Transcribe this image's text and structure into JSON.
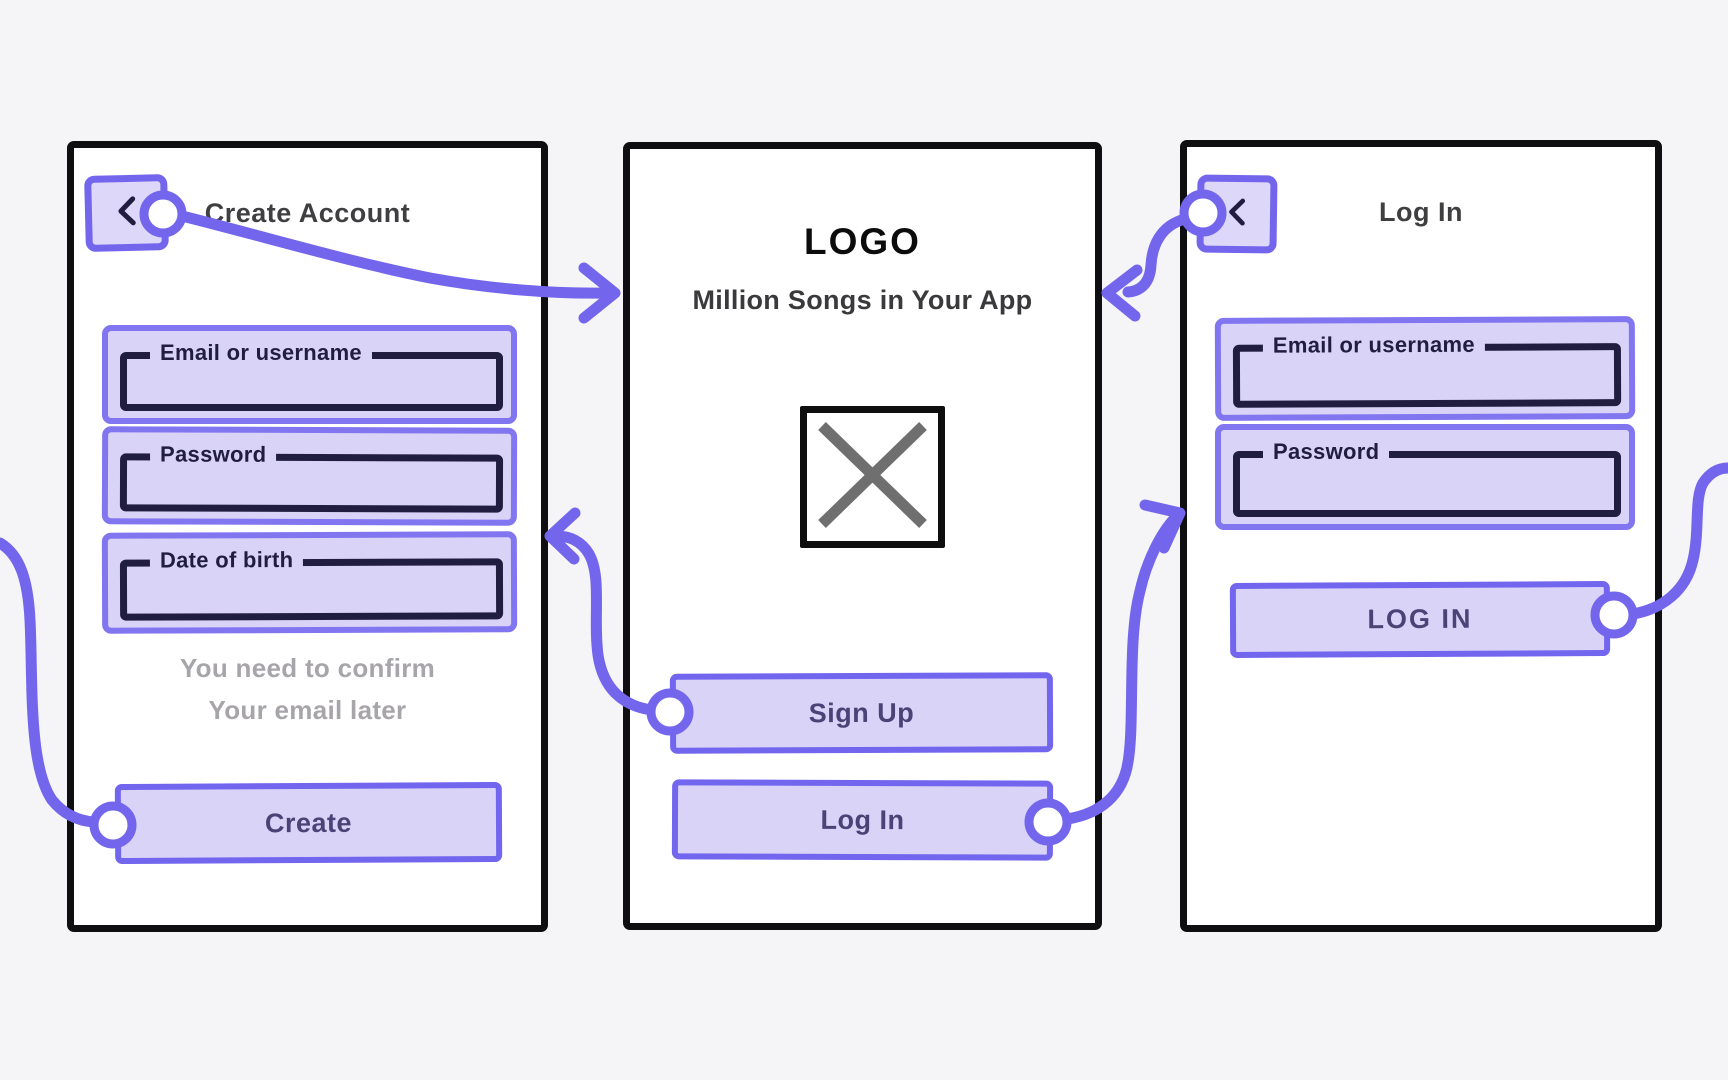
{
  "colors": {
    "background": "#f5f4f6",
    "frame_border": "#0f0e10",
    "accent_purple": "#7466ec",
    "field_border_purple": "#8175f0",
    "light_purple_fill": "#d9d3f8",
    "ink_navy": "#211d40",
    "button_text": "#4b4276",
    "title_text": "#3f3e41",
    "muted_note_text": "#a7a5aa",
    "x_mark_gray": "#6f6f6f"
  },
  "icons": {
    "back": "chevron-left",
    "image_placeholder": "x-cross"
  },
  "screens": [
    {
      "id": "create-account",
      "title": "Create Account",
      "fields": [
        {
          "label": "Email or username",
          "value": ""
        },
        {
          "label": "Password",
          "value": ""
        },
        {
          "label": "Date of birth",
          "value": ""
        }
      ],
      "note_lines": [
        "You need to confirm",
        "Your email later"
      ],
      "primary_button_label": "Create"
    },
    {
      "id": "landing",
      "logo_text": "LOGO",
      "tagline": "Million Songs in Your App",
      "buttons": [
        {
          "label": "Sign Up"
        },
        {
          "label": "Log In"
        }
      ]
    },
    {
      "id": "log-in",
      "title": "Log In",
      "fields": [
        {
          "label": "Email or username",
          "value": ""
        },
        {
          "label": "Password",
          "value": ""
        }
      ],
      "primary_button_label": "LOG IN"
    }
  ],
  "connectors": [
    {
      "id": "create-back-to-landing",
      "from": "create-account back button",
      "to": "landing screen left edge",
      "has_arrowhead": true
    },
    {
      "id": "landing-signup-to-create",
      "from": "landing Sign Up button",
      "to": "create-account screen right edge",
      "has_arrowhead": true
    },
    {
      "id": "landing-login-to-login",
      "from": "landing Log In button",
      "to": "log-in screen left edge",
      "has_arrowhead": true
    },
    {
      "id": "login-back-to-landing",
      "from": "log-in back button",
      "to": "landing screen right edge",
      "has_arrowhead": true
    },
    {
      "id": "offcanvas-left-to-create-btn",
      "from": "off-canvas left",
      "to": "Create button",
      "has_arrowhead": false
    },
    {
      "id": "login-btn-to-offcanvas-right",
      "from": "LOG IN button",
      "to": "off-canvas right",
      "has_arrowhead": false
    }
  ]
}
